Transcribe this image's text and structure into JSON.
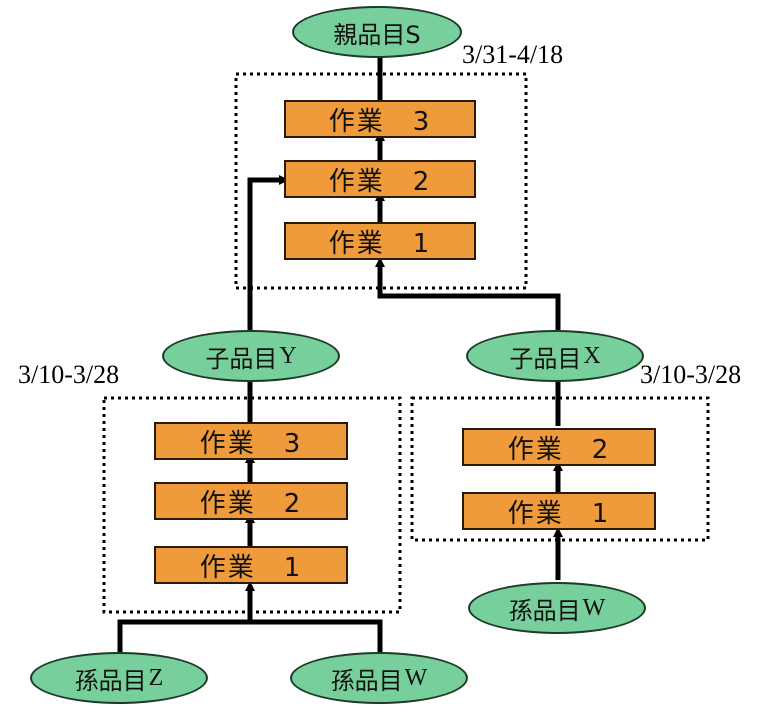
{
  "title": "親品目S",
  "groups": {
    "s": {
      "dates": "3/31-4/18",
      "ops": [
        "作業　3",
        "作業　2",
        "作業　1"
      ]
    },
    "y": {
      "dates": "3/10-3/28",
      "ops": [
        "作業　3",
        "作業　2",
        "作業　1"
      ]
    },
    "x": {
      "dates": "3/10-3/28",
      "ops": [
        "作業　2",
        "作業　1"
      ]
    }
  },
  "items": {
    "parent_s": {
      "jp": "親品目",
      "latin": "S"
    },
    "child_y": {
      "jp": "子品目",
      "latin": "Y"
    },
    "child_x": {
      "jp": "子品目",
      "latin": "X"
    },
    "grand_z": {
      "jp": "孫品目",
      "latin": "Z"
    },
    "grand_w_left": {
      "jp": "孫品目",
      "latin": "W"
    },
    "grand_w_right": {
      "jp": "孫品目",
      "latin": "W"
    }
  },
  "colors": {
    "op_fill": "#ef9a3b",
    "item_fill": "#77d09b"
  }
}
